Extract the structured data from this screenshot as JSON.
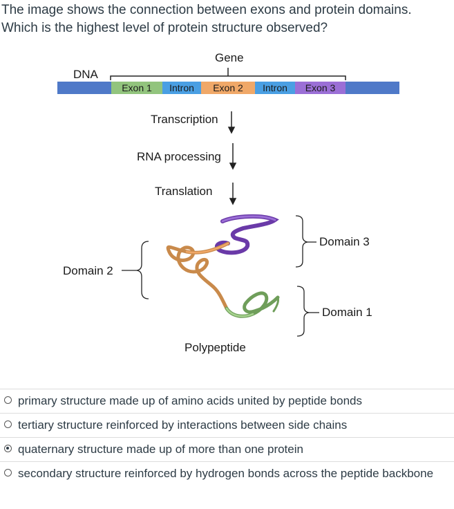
{
  "question": {
    "line1": "The image shows the connection between exons and protein domains.",
    "line2": "Which is the highest level of protein structure observed?"
  },
  "figure": {
    "gene_label": "Gene",
    "dna_label": "DNA",
    "segments": [
      {
        "label": "Exon 1",
        "color": "#92c47d"
      },
      {
        "label": "Intron",
        "color": "#4a9fe3"
      },
      {
        "label": "Exon 2",
        "color": "#f0a868"
      },
      {
        "label": "Intron",
        "color": "#4a9fe3"
      },
      {
        "label": "Exon 3",
        "color": "#9b6fd6"
      }
    ],
    "dna_color": "#4f79c8",
    "steps": [
      "Transcription",
      "RNA processing",
      "Translation"
    ],
    "domain2_label": "Domain 2",
    "domain3_label": "Domain 3",
    "domain1_label": "Domain 1",
    "polypeptide_label": "Polypeptide"
  },
  "options": [
    {
      "text": "primary structure made up of amino acids united by peptide bonds",
      "selected": false
    },
    {
      "text": "tertiary structure reinforced by interactions between side chains",
      "selected": false
    },
    {
      "text": "quaternary structure made up of more than one protein",
      "selected": true
    },
    {
      "text": "secondary structure reinforced by hydrogen bonds across the peptide backbone",
      "selected": false
    }
  ]
}
